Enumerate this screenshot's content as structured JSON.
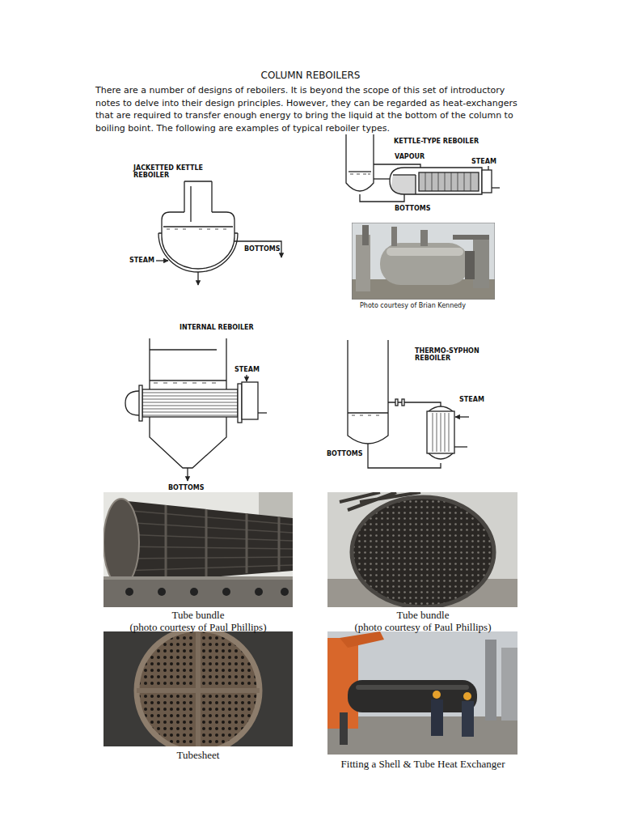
{
  "diagram": {
    "title": "COLUMN REBOILERS",
    "labels": [
      "There are a number of designs of reboilers. It is beyond the scope of this set of introductory notes to delve into their design principles. However, they can be regarded as heat-exchangers that are required to transfer enough energy to bring the liquid at the bottom of the column to boiling boint. The following are examples of typical reboiler types.",
      "KETTLE-TYPE REBOILER",
      "VAPOUR",
      "STEAM",
      "JACKETTED KETTLE REBOILER",
      "BOTTOMS",
      "BOTTOMS",
      "STEAM",
      "Photo courtesy of Brian Kennedy",
      "INTERNAL REBOILER",
      "THERMO-SYPHON REBOILER",
      "STEAM",
      "STEAM",
      "BOTTOMS",
      "BOTTOMS",
      "Tube bundle",
      "(photo courtesy of Paul Phillips)",
      "Tube bundle",
      "(photo courtesy of Paul Phillips)",
      "Tubesheet",
      "Fitting a Shell & Tube Heat Exchanger"
    ]
  }
}
